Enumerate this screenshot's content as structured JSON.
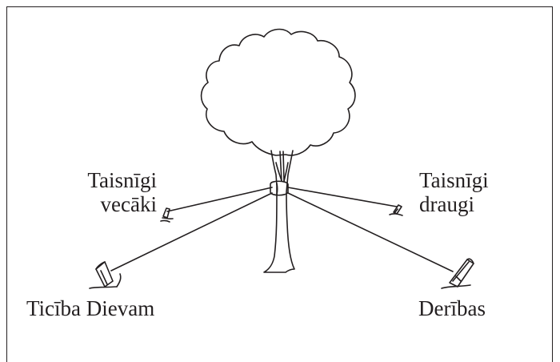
{
  "labels": {
    "parents": {
      "line1": "Taisnīgi",
      "line2": "vecāki"
    },
    "friends": {
      "line1": "Taisnīgi",
      "line2": "draugi"
    },
    "faith": "Ticība Dievam",
    "covenants": "Derības"
  },
  "colors": {
    "ink": "#231f20",
    "background": "#ffffff"
  }
}
